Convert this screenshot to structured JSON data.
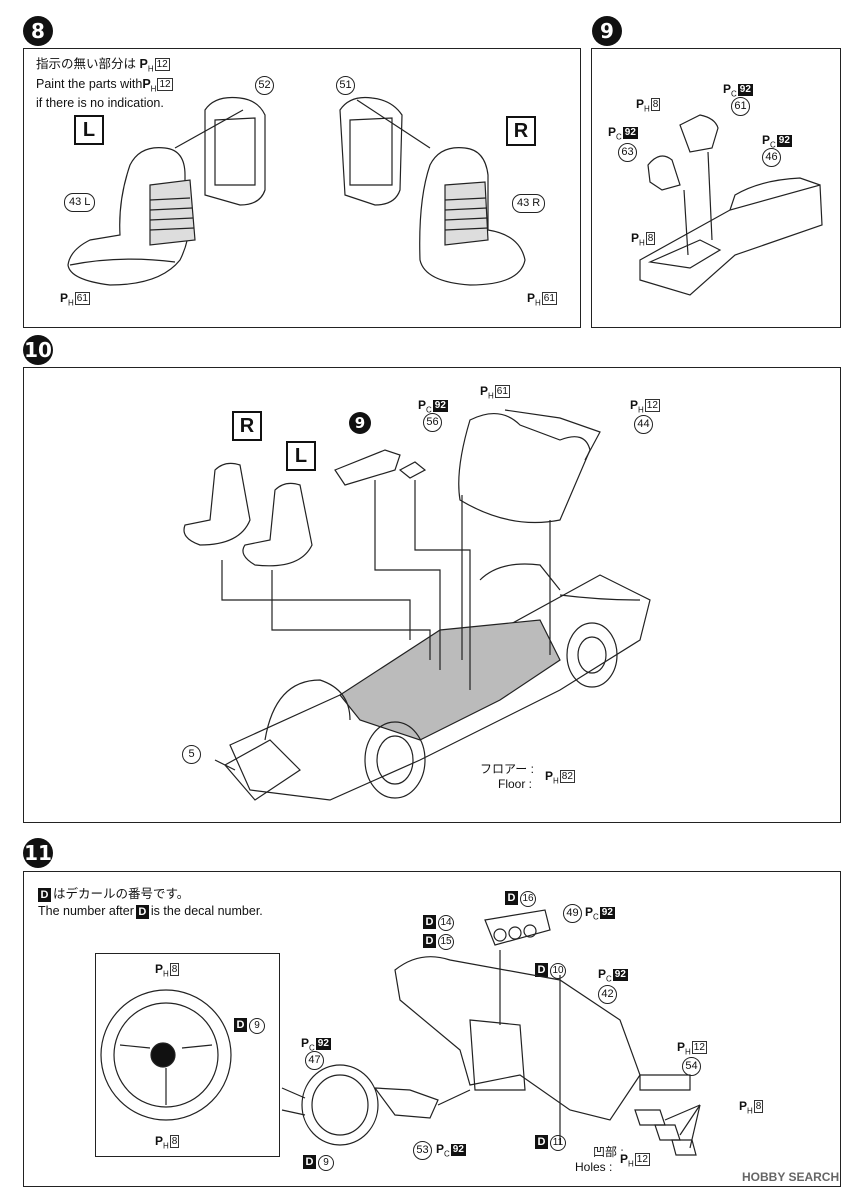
{
  "steps": {
    "s8": "8",
    "s9": "9",
    "s10": "10",
    "s11": "11"
  },
  "step8": {
    "note_jp": "指示の無い部分は",
    "note_en1": "Paint the parts with",
    "note_en2": "if there is no indication.",
    "paint_code": "12",
    "left_label": "L",
    "right_label": "R",
    "part_52": "52",
    "part_51": "51",
    "part_43l": "43 L",
    "part_43r": "43 R",
    "paint_61": "61"
  },
  "step9": {
    "pc92_a": "92",
    "part_61": "61",
    "ph8": "8",
    "pc92_b": "92",
    "part_63": "63",
    "pc92_c": "92",
    "part_46": "46",
    "ph8_b": "8"
  },
  "step10": {
    "right_label": "R",
    "left_label": "L",
    "sub_step": "9",
    "pc92": "92",
    "part_56": "56",
    "ph61": "61",
    "ph12": "12",
    "part_44": "44",
    "part_5": "5",
    "floor_jp": "フロアー",
    "floor_en": "Floor",
    "floor_paint": "82"
  },
  "step11": {
    "decal_note_jp": "はデカールの番号です。",
    "decal_note_en1": "The number after",
    "decal_note_en2": "is the decal number.",
    "decal_letter": "D",
    "wheel_ph8_top": "8",
    "wheel_d9": "9",
    "wheel_ph8_bottom": "8",
    "pc92_47": "92",
    "part_47": "47",
    "d9_bottom": "9",
    "part_53": "53",
    "pc92_53": "92",
    "d16": "16",
    "d14": "14",
    "d15": "15",
    "part_49": "49",
    "pc92_49": "92",
    "d10": "10",
    "pc92_42": "92",
    "part_42": "42",
    "ph12_54": "12",
    "part_54": "54",
    "ph8_pedals": "8",
    "d11": "11",
    "holes_jp": "凹部",
    "holes_en": "Holes",
    "holes_paint": "12"
  },
  "paint_prefix": {
    "ph": "P",
    "ph_sub": "H",
    "pc_sub": "C"
  },
  "watermark": "HOBBY SEARCH"
}
